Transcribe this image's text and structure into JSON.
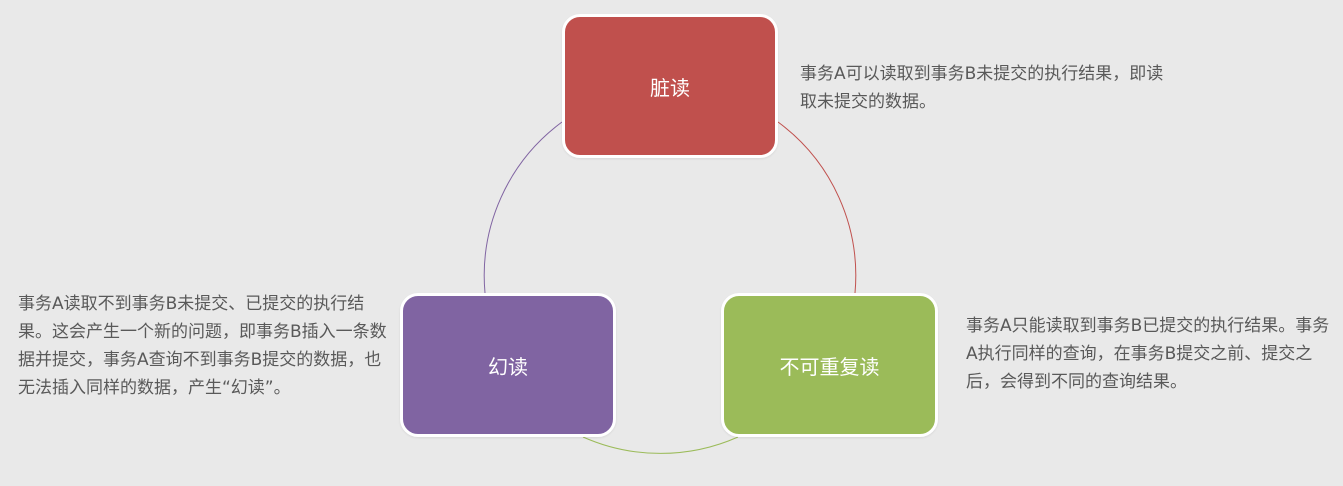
{
  "colors": {
    "background": "#e9e9e9",
    "dirty_read": "#c0504d",
    "non_repeatable_read": "#9bbb59",
    "phantom_read": "#8064a2",
    "text": "#595959"
  },
  "nodes": {
    "dirty_read": {
      "label": "脏读"
    },
    "non_repeatable_read": {
      "label": "不可重复读"
    },
    "phantom_read": {
      "label": "幻读"
    }
  },
  "descriptions": {
    "dirty_read": "事务A可以读取到事务B未提交的执行结果，即读取未提交的数据。",
    "non_repeatable_read": "事务A只能读取到事务B已提交的执行结果。事务A执行同样的查询，在事务B提交之前、提交之后，会得到不同的查询结果。",
    "phantom_read": "事务A读取不到事务B未提交、已提交的执行结果。这会产生一个新的问题，即事务B插入一条数据并提交，事务A查询不到事务B提交的数据，也无法插入同样的数据，产生“幻读”。"
  }
}
